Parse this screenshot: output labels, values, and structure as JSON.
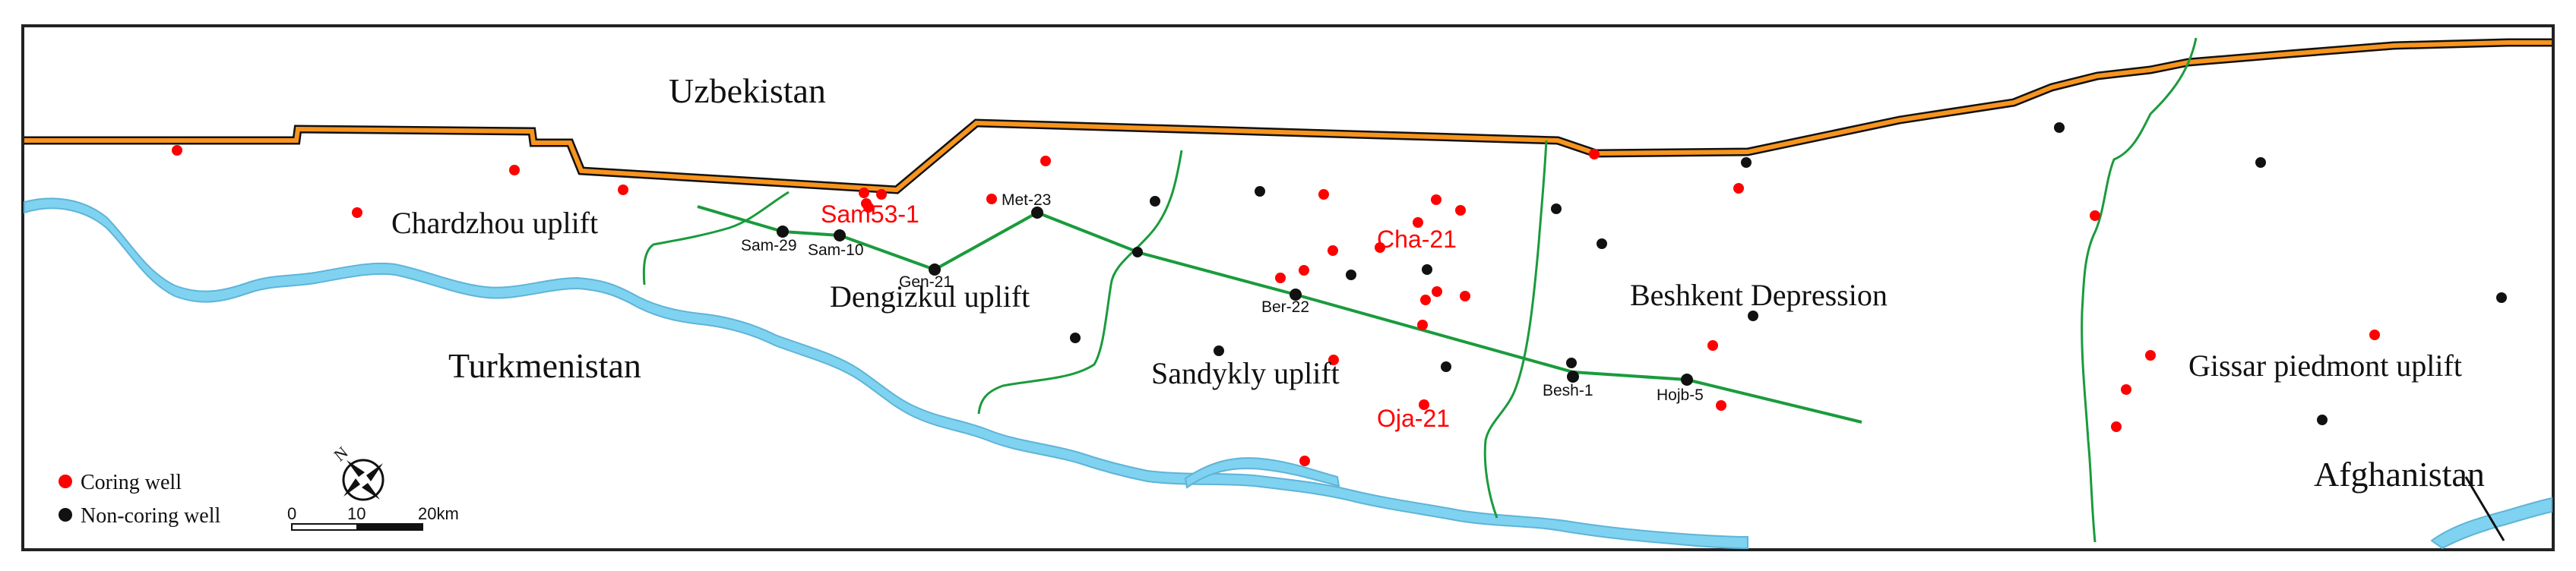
{
  "countries": [
    "Uzbekistan",
    "Turkmenistan",
    "Afghanistan"
  ],
  "regions": [
    "Chardzhou uplift",
    "Dengizkul uplift",
    "Sandykly uplift",
    "Beshkent Depression",
    "Gissar piedmont uplift"
  ],
  "section_wells": [
    "Sam-29",
    "Sam-10",
    "Gen-21",
    "Met-23",
    "Ber-22",
    "Besh-1",
    "Hojb-5"
  ],
  "highlighted_wells": [
    "Sam53-1",
    "Cha-21",
    "Oja-21"
  ],
  "legend": {
    "coring_label": "Coring well",
    "noncoring_label": "Non-coring well",
    "coring_color": "#ff0000",
    "noncoring_color": "#111111"
  },
  "north_label": "N",
  "scale_labels": [
    "0",
    "10",
    "20km"
  ],
  "colors": {
    "border": "#f7941d",
    "unit_boundary": "#1a9b3c",
    "river": "#7fd3f0",
    "section_line": "#1a9b3c"
  }
}
